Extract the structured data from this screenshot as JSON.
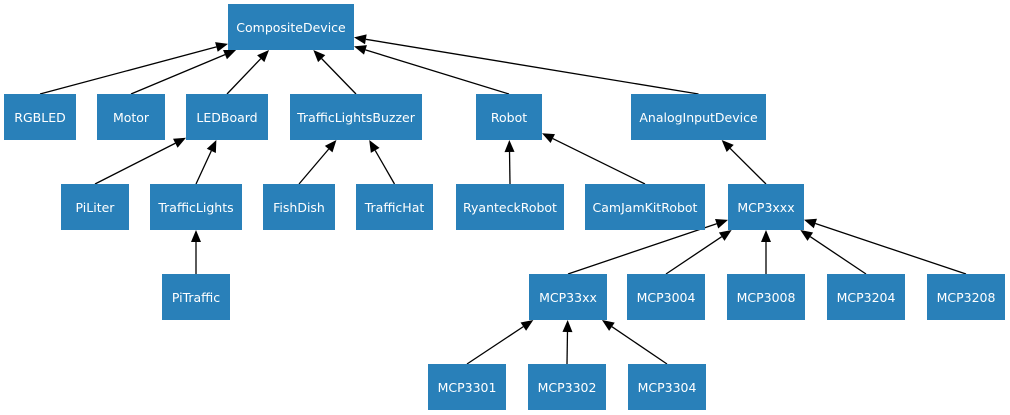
{
  "colors": {
    "node_fill": "#2980b9",
    "node_text": "#ffffff",
    "edge": "#000000"
  },
  "nodes": {
    "composite_device": "CompositeDevice",
    "rgbled": "RGBLED",
    "motor": "Motor",
    "ledboard": "LEDBoard",
    "traffic_lights_buzzer": "TrafficLightsBuzzer",
    "robot": "Robot",
    "analog_input_device": "AnalogInputDevice",
    "piliter": "PiLiter",
    "traffic_lights": "TrafficLights",
    "fishdish": "FishDish",
    "traffic_hat": "TrafficHat",
    "ryanteck_robot": "RyanteckRobot",
    "camjam_kit_robot": "CamJamKitRobot",
    "mcp3xxx": "MCP3xxx",
    "pitraffic": "PiTraffic",
    "mcp33xx": "MCP33xx",
    "mcp3004": "MCP3004",
    "mcp3008": "MCP3008",
    "mcp3204": "MCP3204",
    "mcp3208": "MCP3208",
    "mcp3301": "MCP3301",
    "mcp3302": "MCP3302",
    "mcp3304": "MCP3304"
  },
  "edges": [
    {
      "child": "rgbled",
      "parent": "composite_device"
    },
    {
      "child": "motor",
      "parent": "composite_device"
    },
    {
      "child": "ledboard",
      "parent": "composite_device"
    },
    {
      "child": "traffic_lights_buzzer",
      "parent": "composite_device"
    },
    {
      "child": "robot",
      "parent": "composite_device"
    },
    {
      "child": "analog_input_device",
      "parent": "composite_device"
    },
    {
      "child": "piliter",
      "parent": "ledboard"
    },
    {
      "child": "traffic_lights",
      "parent": "ledboard"
    },
    {
      "child": "fishdish",
      "parent": "traffic_lights_buzzer"
    },
    {
      "child": "traffic_hat",
      "parent": "traffic_lights_buzzer"
    },
    {
      "child": "ryanteck_robot",
      "parent": "robot"
    },
    {
      "child": "camjam_kit_robot",
      "parent": "robot"
    },
    {
      "child": "mcp3xxx",
      "parent": "analog_input_device"
    },
    {
      "child": "pitraffic",
      "parent": "traffic_lights"
    },
    {
      "child": "mcp33xx",
      "parent": "mcp3xxx"
    },
    {
      "child": "mcp3004",
      "parent": "mcp3xxx"
    },
    {
      "child": "mcp3008",
      "parent": "mcp3xxx"
    },
    {
      "child": "mcp3204",
      "parent": "mcp3xxx"
    },
    {
      "child": "mcp3208",
      "parent": "mcp3xxx"
    },
    {
      "child": "mcp3301",
      "parent": "mcp33xx"
    },
    {
      "child": "mcp3302",
      "parent": "mcp33xx"
    },
    {
      "child": "mcp3304",
      "parent": "mcp33xx"
    }
  ]
}
